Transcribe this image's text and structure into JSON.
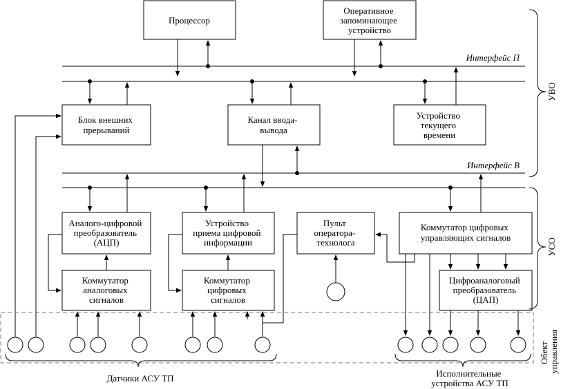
{
  "blocks": {
    "processor": [
      "Процессор"
    ],
    "ram": [
      "Оперативное",
      "запоминающее",
      "устройство"
    ],
    "interrupts": [
      "Блок внешних",
      "прерываний"
    ],
    "io_channel": [
      "Канал ввода-",
      "вывода"
    ],
    "timer": [
      "Устройство",
      "текущего",
      "времени"
    ],
    "adc": [
      "Аналого-цифровой",
      "преобразователь",
      "(АЦП)"
    ],
    "digital_input": [
      "Устройство",
      "приема цифровой",
      "информации"
    ],
    "operator_panel": [
      "Пульт",
      "оператора-",
      "технолога"
    ],
    "digital_switch_out": [
      "Коммутатор цифровых",
      "управляющих сигналов"
    ],
    "analog_mux": [
      "Коммутатор",
      "аналоговых",
      "сигналов"
    ],
    "digital_mux": [
      "Коммутатор",
      "цифровых",
      "сигналов"
    ],
    "dac": [
      "Цифроаналоговый",
      "преобразователь",
      "(ЦАП)"
    ]
  },
  "labels": {
    "interface_p_prefix": "Интерфейс ",
    "interface_p_letter": "П",
    "interface_b_prefix": "Интерфейс ",
    "interface_b_letter": "В",
    "uvo": "УВО",
    "uso": "УСО",
    "object": [
      "Обект",
      "управления"
    ],
    "sensors": "Датчики АСУ ТП",
    "actuators": [
      "Исполнительные",
      "устройства АСУ ТП"
    ]
  }
}
